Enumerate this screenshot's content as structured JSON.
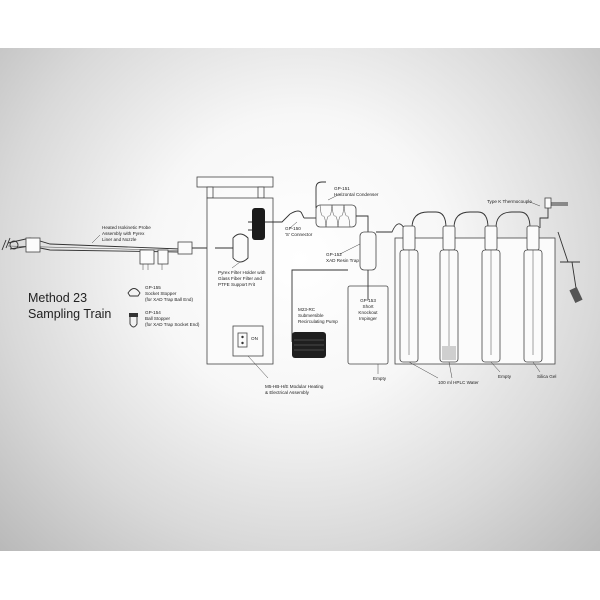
{
  "title": [
    "Method 23",
    "Sampling Train"
  ],
  "labels": {
    "probe": [
      "Heated Isokinetic Probe",
      "Assembly with Pyrex",
      "Liner and Nozzle"
    ],
    "gp155": [
      "GP-155",
      "Socket Stopper",
      "(for XAD Trap Ball End)"
    ],
    "gp154": [
      "GP-154",
      "Ball Stopper",
      "(for XAD Trap Socket End)"
    ],
    "gp151": [
      "GP-151",
      "Horizontal Condenser"
    ],
    "gp150": [
      "GP-150",
      "'S' Connector"
    ],
    "gp152": [
      "GP-152",
      "XAD Resin Trap"
    ],
    "filter": [
      "Pyrex Filter Holder with",
      "Glass Fiber Filter and",
      "PTFE Support Frit"
    ],
    "pump": [
      "M23-RC",
      "Submersible",
      "Recirculating Pump"
    ],
    "gp153": [
      "GP-153",
      "Short",
      "Knockout",
      "Impinger"
    ],
    "heating": [
      "M5-HB-H/E Modular Heating",
      "& Electrical Assembly"
    ],
    "thermocouple": "Type K Thermocouple",
    "empty1": "Empty",
    "hplc": "100 ml HPLC Water",
    "empty2": "Empty",
    "silica": "Silica Gel"
  }
}
